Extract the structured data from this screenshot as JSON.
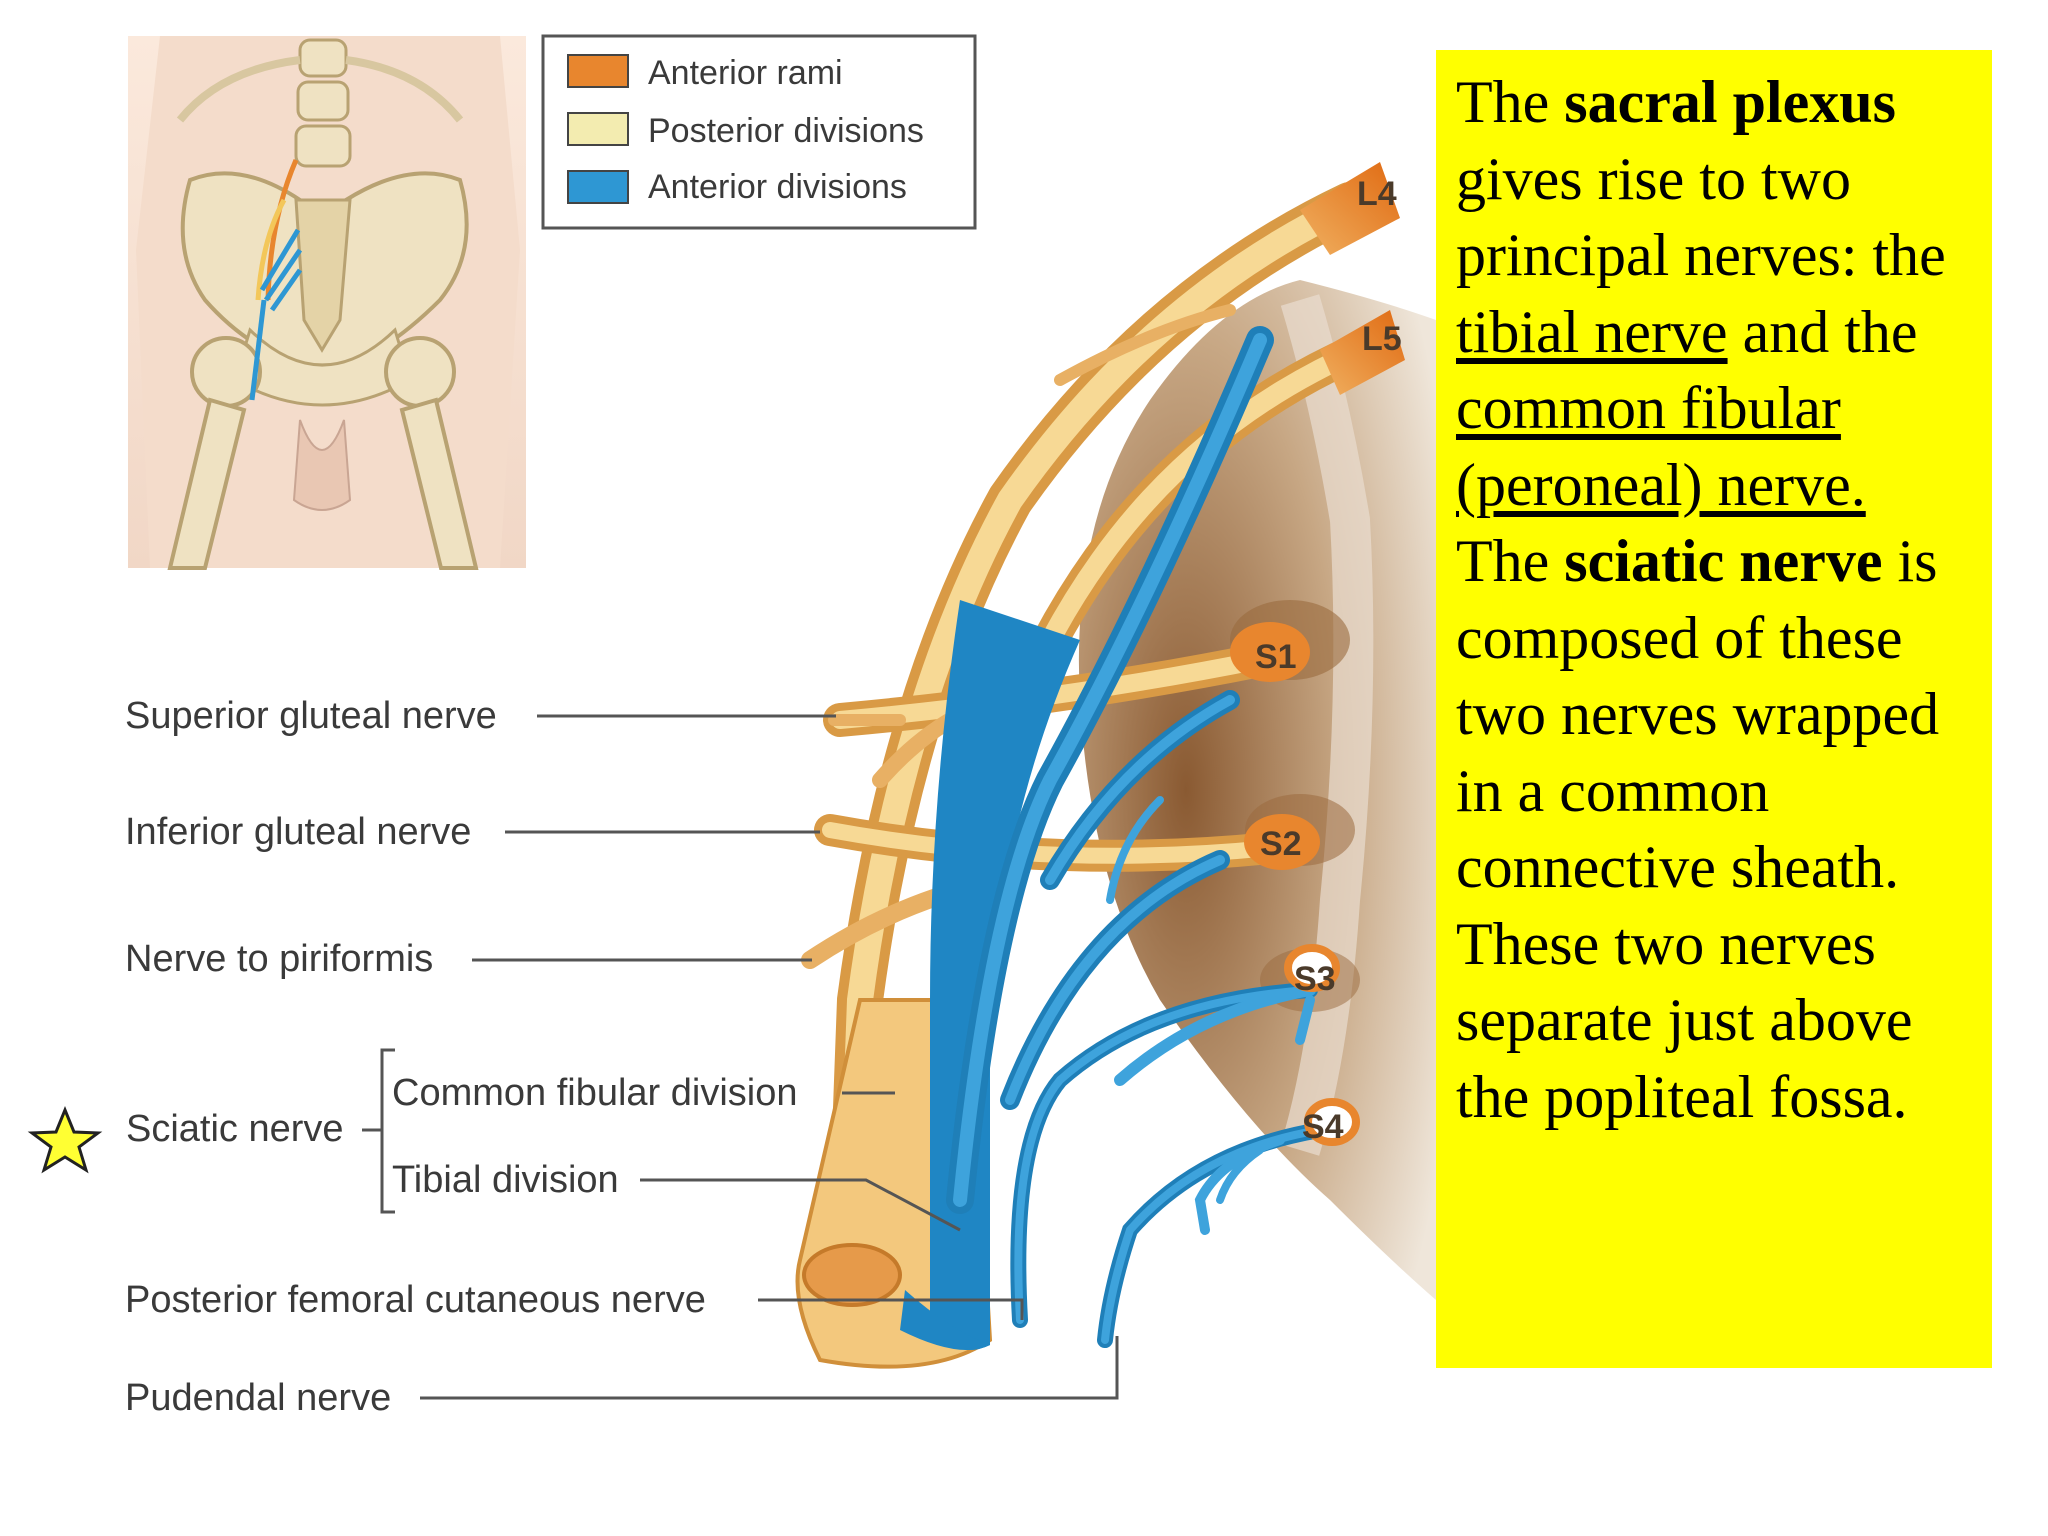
{
  "legend": {
    "items": [
      {
        "label": "Anterior rami",
        "color": "#e8862e"
      },
      {
        "label": "Posterior divisions",
        "color": "#f3ecb0"
      },
      {
        "label": "Anterior divisions",
        "color": "#2e97d3"
      }
    ]
  },
  "segments": [
    "L4",
    "L5",
    "S1",
    "S2",
    "S3",
    "S4"
  ],
  "labels": {
    "superior_gluteal": "Superior gluteal nerve",
    "inferior_gluteal": "Inferior gluteal nerve",
    "piriformis": "Nerve to piriformis",
    "sciatic": "Sciatic nerve",
    "common_fibular_division": "Common fibular division",
    "tibial_division": "Tibial division",
    "posterior_femoral": "Posterior femoral cutaneous nerve",
    "pudendal": "Pudendal nerve"
  },
  "text": {
    "p1": "The ",
    "b1": "sacral plexus",
    "p2": " gives rise to two principal nerves: the ",
    "u1": "tibial nerve",
    "p3": " and the ",
    "u2": "common fibular (peroneal) nerve.",
    "p4": "  The ",
    "b2": "sciatic nerve",
    "p5": " is composed of these two nerves wrapped in a common connective sheath.  These two nerves separate just above the popliteal fossa."
  },
  "colors": {
    "highlight": "#ffff00",
    "star": "#ffff33",
    "anterior_rami": "#e8862e",
    "posterior_divisions": "#f3ecb0",
    "anterior_divisions": "#2e97d3"
  }
}
